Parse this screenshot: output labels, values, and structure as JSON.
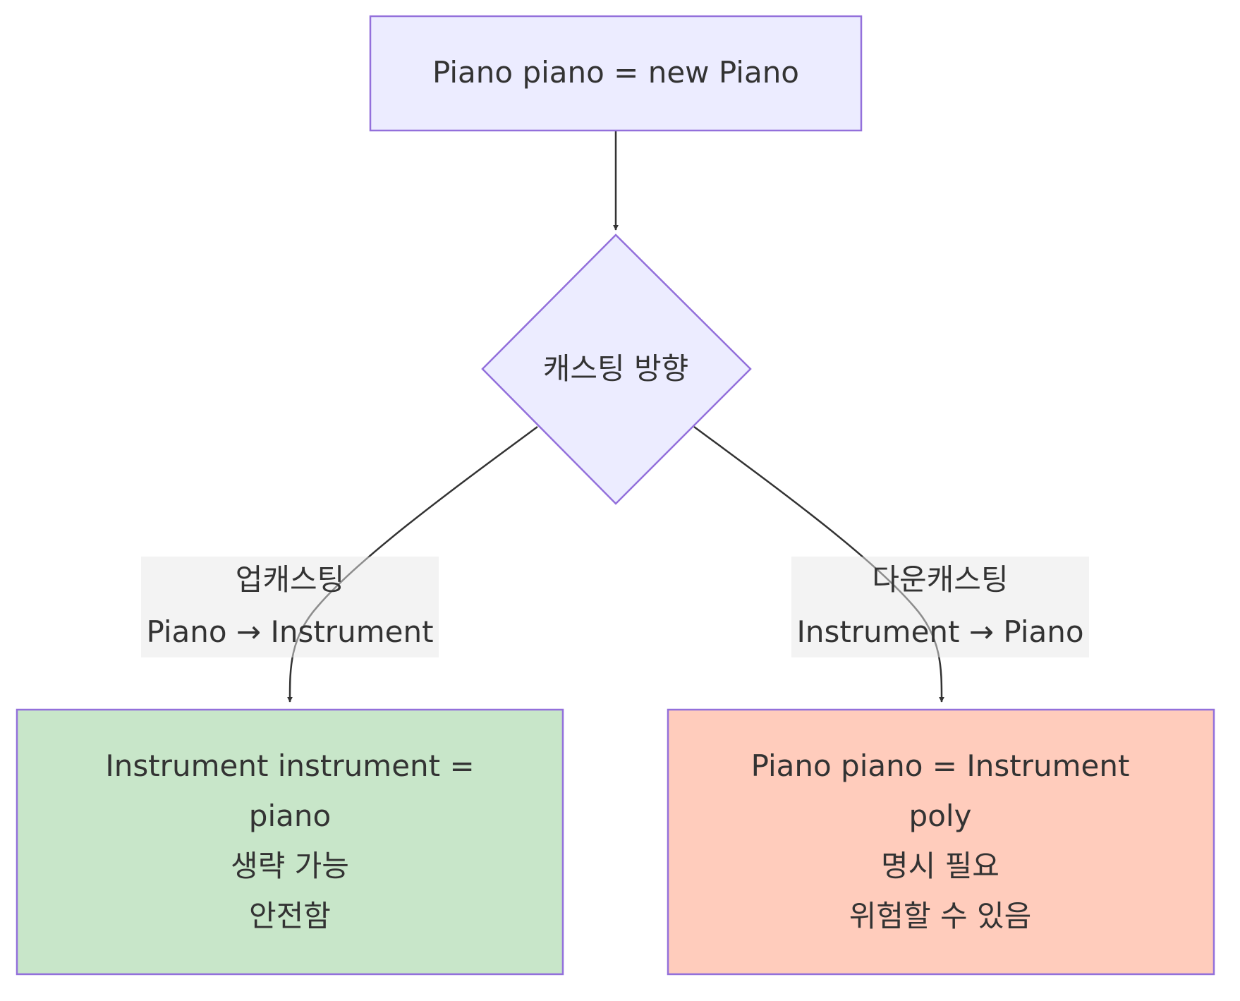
{
  "colors": {
    "node_fill": "#ECECFF",
    "node_stroke": "#9370DB",
    "edge_stroke": "#333333",
    "label_bg": "#E8E8E8",
    "safe_fill": "#C8E6C9",
    "risk_fill": "#FFCCBC",
    "text": "#333333"
  },
  "nodes": {
    "start": {
      "label": "Piano piano = new Piano"
    },
    "decision": {
      "label": "캐스팅 방향"
    },
    "upcast_result": {
      "line1": "Instrument instrument =",
      "line2": "piano",
      "line3": "생략 가능",
      "line4": "안전함"
    },
    "downcast_result": {
      "line1": "Piano piano = Instrument",
      "line2": "poly",
      "line3": "명시 필요",
      "line4": "위험할 수 있음"
    }
  },
  "edges": {
    "upcast": {
      "line1": "업캐스팅",
      "line2": "Piano → Instrument"
    },
    "downcast": {
      "line1": "다운캐스팅",
      "line2": "Instrument → Piano"
    }
  }
}
